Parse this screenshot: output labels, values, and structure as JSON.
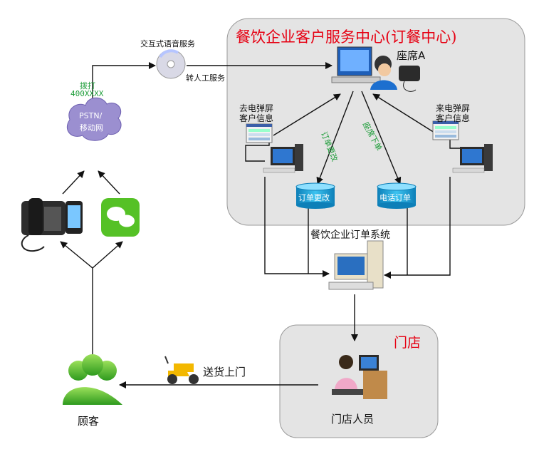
{
  "center": {
    "title": "餐饮企业客户服务中心(订餐中心)",
    "agent": "座席A"
  },
  "ivr": {
    "label": "交互式语音服务",
    "transfer": "转人工服务"
  },
  "dial": {
    "label": "拨打",
    "number": "400XXXX"
  },
  "network": {
    "line1": "PSTN/",
    "line2": "移动网"
  },
  "popup_left": {
    "line1": "去电弹屏",
    "line2": "客户信息"
  },
  "popup_right": {
    "line1": "来电弹屏",
    "line2": "客户信息"
  },
  "flow": {
    "order_change": "订单更改",
    "agent_order": "座席下单"
  },
  "db": {
    "order_change": "订单更改",
    "phone_order": "电话订单"
  },
  "order_system": "餐饮企业订单系统",
  "store": {
    "title": "门店",
    "staff": "门店人员"
  },
  "delivery": "送货上门",
  "customer": "顾客",
  "colors": {
    "title_red": "#e60012",
    "label_green": "#1e9d3a",
    "panel_gray": "#e4e4e4",
    "db_cyan": "#1ea8e0"
  }
}
